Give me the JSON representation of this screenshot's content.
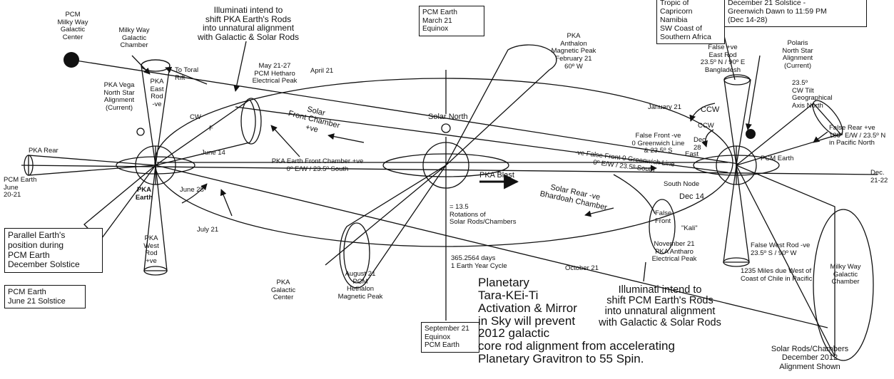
{
  "top_left": {
    "galactic_center": "PCM\nMilky Way\nGalactic\nCenter",
    "galactic_chamber": "Milky Way\nGalactic\nChamber"
  },
  "illuminati_pka": "Illuminati intend to\nshift PKA Earth's Rods\ninto unnatural alignment\nwith Galactic & Solar Rods",
  "illuminati_pcm": "Illuminati intend to\nshift PCM Earth's Rods\ninto unnatural alignment\nwith Galactic & Solar Rods",
  "pcm_march_box": "PCM Earth\nMarch 21\nEquinox",
  "december_box": {
    "left": "Tropic of Capricorn\nNamibia\nSW Coast of\nSouthern Africa",
    "right": "December 21 Solstice -\nGreenwich Dawn to 11:59 PM\n(Dec 14-28)"
  },
  "pka_earth_left": {
    "vega": "PKA Vega\nNorth Star\nAlignment\n(Current)",
    "east_rod": "PKA\nEast\nRod\n-ve",
    "rear": "PKA Rear",
    "pcm_june": "PCM Earth\nJune\n20-21",
    "pka_earth": "PKA\nEarth",
    "west_rod": "PKA\nWest\nRod\n+ve",
    "june14": "June 14",
    "june28": "June 28",
    "july21": "July 21",
    "cw": "CW",
    "f": "F",
    "toral_rift": "To Toral\nRift"
  },
  "orbit_labels": {
    "may": "May 21-27\nPCM Hetharo\nElectrical Peak",
    "april": "April 21",
    "anthalon": "PKA\nAnthalon\nMagnetic Peak\nFebruary 21\n60º W",
    "solar_north": "Solar North",
    "solar_front": "Solar\nFront Chamber\n+ve",
    "pka_blast": "PKA Blast",
    "front_chamber_line": "PKA Earth Front Chamber +ve\n0º E/W / 23.5º South",
    "rotations": "= 13.5\nRotations of\nSolar Rods/Chambers",
    "solar_rear": "Solar Rear -ve\nBhardoah Chamber",
    "year": "365.2564 days\n1 Earth Year Cycle",
    "october": "October 21",
    "august": "August 21\nPCM\nHethalon\nMagnetic Peak",
    "pka_galactic": "PKA\nGalactic\nCenter",
    "november": "November 21\nPKA Antharo\nElectrical Peak",
    "kali": "\"Kali\"",
    "false_front_small": "False\nFront",
    "false_front_line": "-ve False Front 0 Greenwich Line\n0º E/W / 23.5º South",
    "south_node": "South Node"
  },
  "pcm_earth_right": {
    "false_east_rod": "False +ve\nEast Rod\n23.5º N / 90º E\nBangladesh",
    "polaris": "Polaris\nNorth Star\nAlignment\n(Current)",
    "tilt": "23.5º\nCW Tilt\nGeographical\nAxis North",
    "january": "January 21",
    "ccw1": "CCW",
    "ccw2": "CCW",
    "false_front": "False Front -ve\n0 Greenwich Line\n& 23.5º S",
    "dec28": "Dec\n28",
    "east": "East",
    "pcm_earth": "PCM Earth",
    "false_rear": "False Rear +ve\n180º E/W / 23.5º N\nin Pacific North",
    "dec2122": "Dec.\n21-22",
    "dec14": "Dec 14",
    "false_west_rod": "False West Rod -ve\n23.5º S / 90º W",
    "chile": "1235 Miles due West of\nCoast of Chile in Pacific",
    "mw_chamber": "Milky Way\nGalactic\nChamber"
  },
  "left_boxes": {
    "parallel": "Parallel Earth's\nposition during\nPCM Earth\nDecember Solstice",
    "june_solstice": "PCM Earth\nJune 21 Solstice"
  },
  "september_box": "September 21\nEquinox\nPCM Earth",
  "activation_text": "Planetary\nTara-KEi-Ti\nActivation & Mirror\nin Sky will prevent\n2012 galactic\ncore rod alignment from accelerating\nPlanetary Gravitron to 55 Spin.",
  "bottom_right": "Solar Rods/Chambers\nDecember 2012\nAlignment Shown"
}
